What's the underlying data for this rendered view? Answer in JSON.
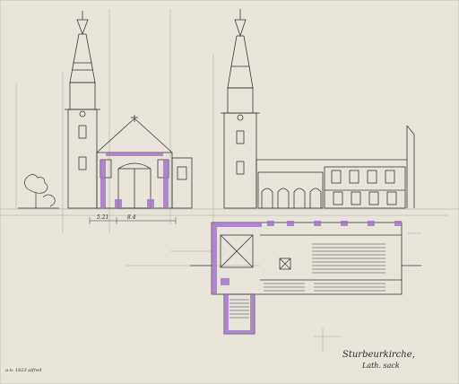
{
  "sheet": {
    "paper_color": "#e8e4da",
    "ink_color": "#3a3a3a",
    "accent_color": "#a070c8"
  },
  "annotations": {
    "title_line_1": "Sturbeurkirche,",
    "title_line_2": "Lath. sack",
    "catalog_mark": "a.n. 1823 alfred",
    "dim_left": "5.21",
    "dim_mid": "8.4"
  }
}
